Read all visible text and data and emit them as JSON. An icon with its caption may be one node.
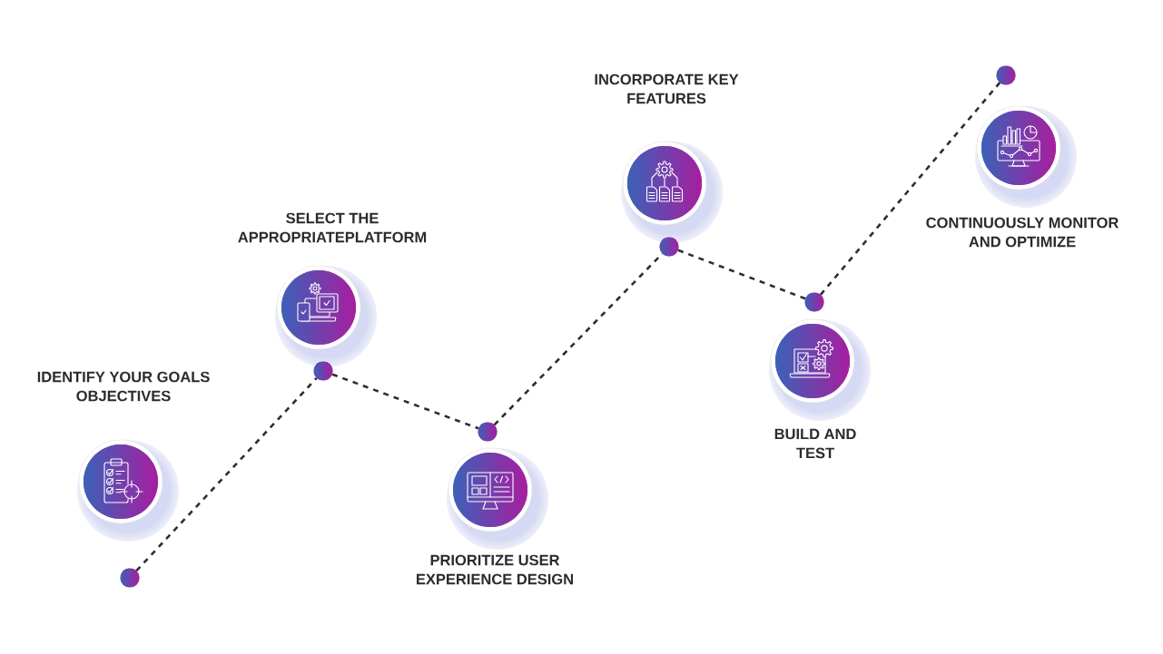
{
  "diagram": {
    "nodes": [
      {
        "text": [
          "IDENTIFY YOUR GOALS OBJECTIVES"
        ]
      },
      {
        "text": [
          "SELECT THE APPROPRIATEPLATFORM"
        ]
      },
      {
        "text": [
          "PRIORITIZE USER EXPERIENCE DESIGN"
        ]
      },
      {
        "text": [
          "INCORPORATE KEY FEATURES"
        ]
      },
      {
        "text": [
          "BUILD AND TEST"
        ]
      },
      {
        "text": [
          "CONTINUOUSLY MONITOR AND OPTIMIZE"
        ]
      },
      {
        "text": [],
        "shape": "circle"
      },
      {
        "text": [],
        "shape": "circle"
      },
      {
        "text": [],
        "shape": "circle"
      },
      {
        "text": [],
        "shape": "circle"
      },
      {
        "text": [],
        "shape": "circle"
      },
      {
        "text": [],
        "shape": "circle"
      }
    ],
    "edges": [
      {
        "from": 6,
        "to": 7,
        "arrow": "none",
        "style": "dashed"
      },
      {
        "from": 7,
        "to": 8,
        "arrow": "none",
        "style": "dashed"
      },
      {
        "from": 8,
        "to": 9,
        "arrow": "none",
        "style": "dashed"
      },
      {
        "from": 9,
        "to": 10,
        "arrow": "none",
        "style": "dashed"
      },
      {
        "from": 10,
        "to": 11,
        "arrow": "none",
        "style": "dashed"
      }
    ]
  }
}
